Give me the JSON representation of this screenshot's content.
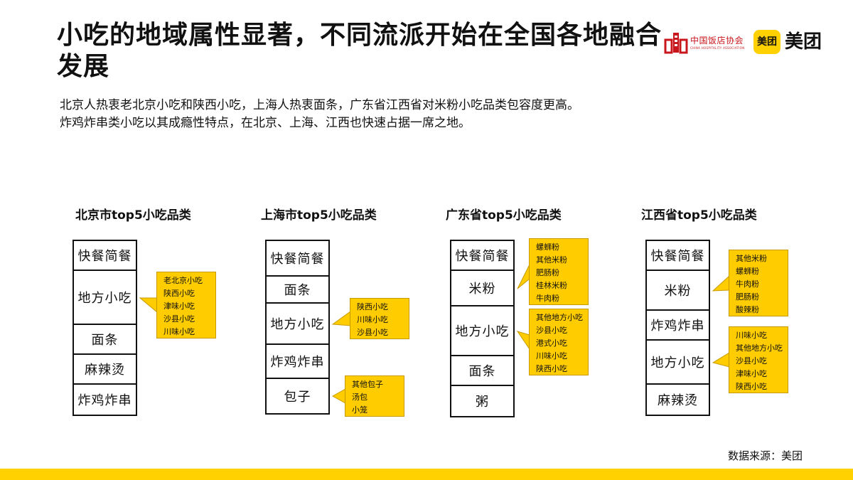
{
  "title": "小吃的地域属性显著，不同流派开始在全国各地融合发展",
  "subtitle_lines": [
    "北京人热衷老北京小吃和陕西小吃，上海人热衷面条，广东省江西省对米粉小吃品类包容度更高。",
    "炸鸡炸串类小吃以其成瘾性特点，在北京、上海、江西也快速占据一席之地。"
  ],
  "logos": {
    "cha_cn": "中国饭店协会",
    "cha_en": "CHINA HOSPITALITY ASSOCIATION",
    "meituan_badge": "美团",
    "meituan_text": "美团"
  },
  "colors": {
    "accent": "#ffd100",
    "callout": "#ffcc00",
    "callout_border": "#c79a00",
    "logo_red": "#c8161d",
    "line": "#111111"
  },
  "chart_data": [
    {
      "type": "table",
      "title": "北京市top5小吃品类",
      "categories": [
        "快餐简餐",
        "地方小吃",
        "面条",
        "麻辣烫",
        "炸鸡炸串"
      ],
      "callouts": [
        {
          "category": "地方小吃",
          "items": [
            "老北京小吃",
            "陕西小吃",
            "津味小吃",
            "沙县小吃",
            "川味小吃"
          ]
        }
      ]
    },
    {
      "type": "table",
      "title": "上海市top5小吃品类",
      "categories": [
        "快餐简餐",
        "面条",
        "地方小吃",
        "炸鸡炸串",
        "包子"
      ],
      "callouts": [
        {
          "category": "地方小吃",
          "items": [
            "陕西小吃",
            "川味小吃",
            "沙县小吃"
          ]
        },
        {
          "category": "包子",
          "items": [
            "其他包子",
            "汤包",
            "小笼"
          ]
        }
      ]
    },
    {
      "type": "table",
      "title": "广东省top5小吃品类",
      "categories": [
        "快餐简餐",
        "米粉",
        "地方小吃",
        "面条",
        "粥"
      ],
      "callouts": [
        {
          "category": "米粉",
          "items": [
            "螺蛳粉",
            "其他米粉",
            "肥肠粉",
            "桂林米粉",
            "牛肉粉"
          ]
        },
        {
          "category": "地方小吃",
          "items": [
            "其他地方小吃",
            "沙县小吃",
            "港式小吃",
            "川味小吃",
            "陕西小吃"
          ]
        }
      ]
    },
    {
      "type": "table",
      "title": "江西省top5小吃品类",
      "categories": [
        "快餐简餐",
        "米粉",
        "炸鸡炸串",
        "地方小吃",
        "麻辣烫"
      ],
      "callouts": [
        {
          "category": "米粉",
          "items": [
            "其他米粉",
            "螺蛳粉",
            "牛肉粉",
            "肥肠粉",
            "酸辣粉"
          ]
        },
        {
          "category": "地方小吃",
          "items": [
            "川味小吃",
            "其他地方小吃",
            "沙县小吃",
            "津味小吃",
            "陕西小吃"
          ]
        }
      ]
    }
  ],
  "source": "数据来源：美团"
}
